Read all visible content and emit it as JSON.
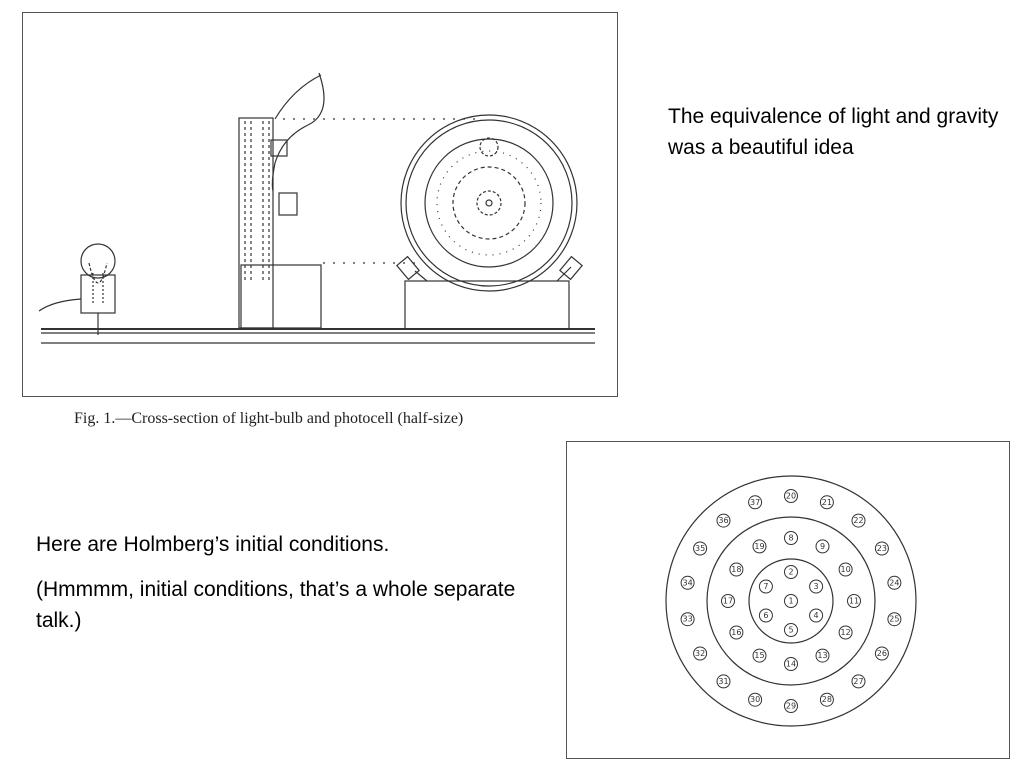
{
  "slide": {
    "text_top_right": "The equivalence of light and gravity was a beautiful idea",
    "text_mid_left_1": "Here are Holmberg’s initial conditions.",
    "text_mid_left_2": "(Hmmmm,  initial conditions, that’s a whole separate talk.)"
  },
  "figure1": {
    "caption": "Fig. 1.—Cross-section of light-bulb and photocell (half-size)"
  },
  "figure2": {
    "ring_counts": [
      1,
      6,
      12,
      18
    ],
    "labels": [
      "1",
      "2",
      "3",
      "4",
      "5",
      "6",
      "7",
      "8",
      "9",
      "10",
      "11",
      "12",
      "13",
      "14",
      "15",
      "16",
      "17",
      "18",
      "19",
      "20",
      "21",
      "22",
      "23",
      "24",
      "25",
      "26",
      "27",
      "28",
      "29",
      "30",
      "31",
      "32",
      "33",
      "34",
      "35",
      "36",
      "37"
    ]
  }
}
